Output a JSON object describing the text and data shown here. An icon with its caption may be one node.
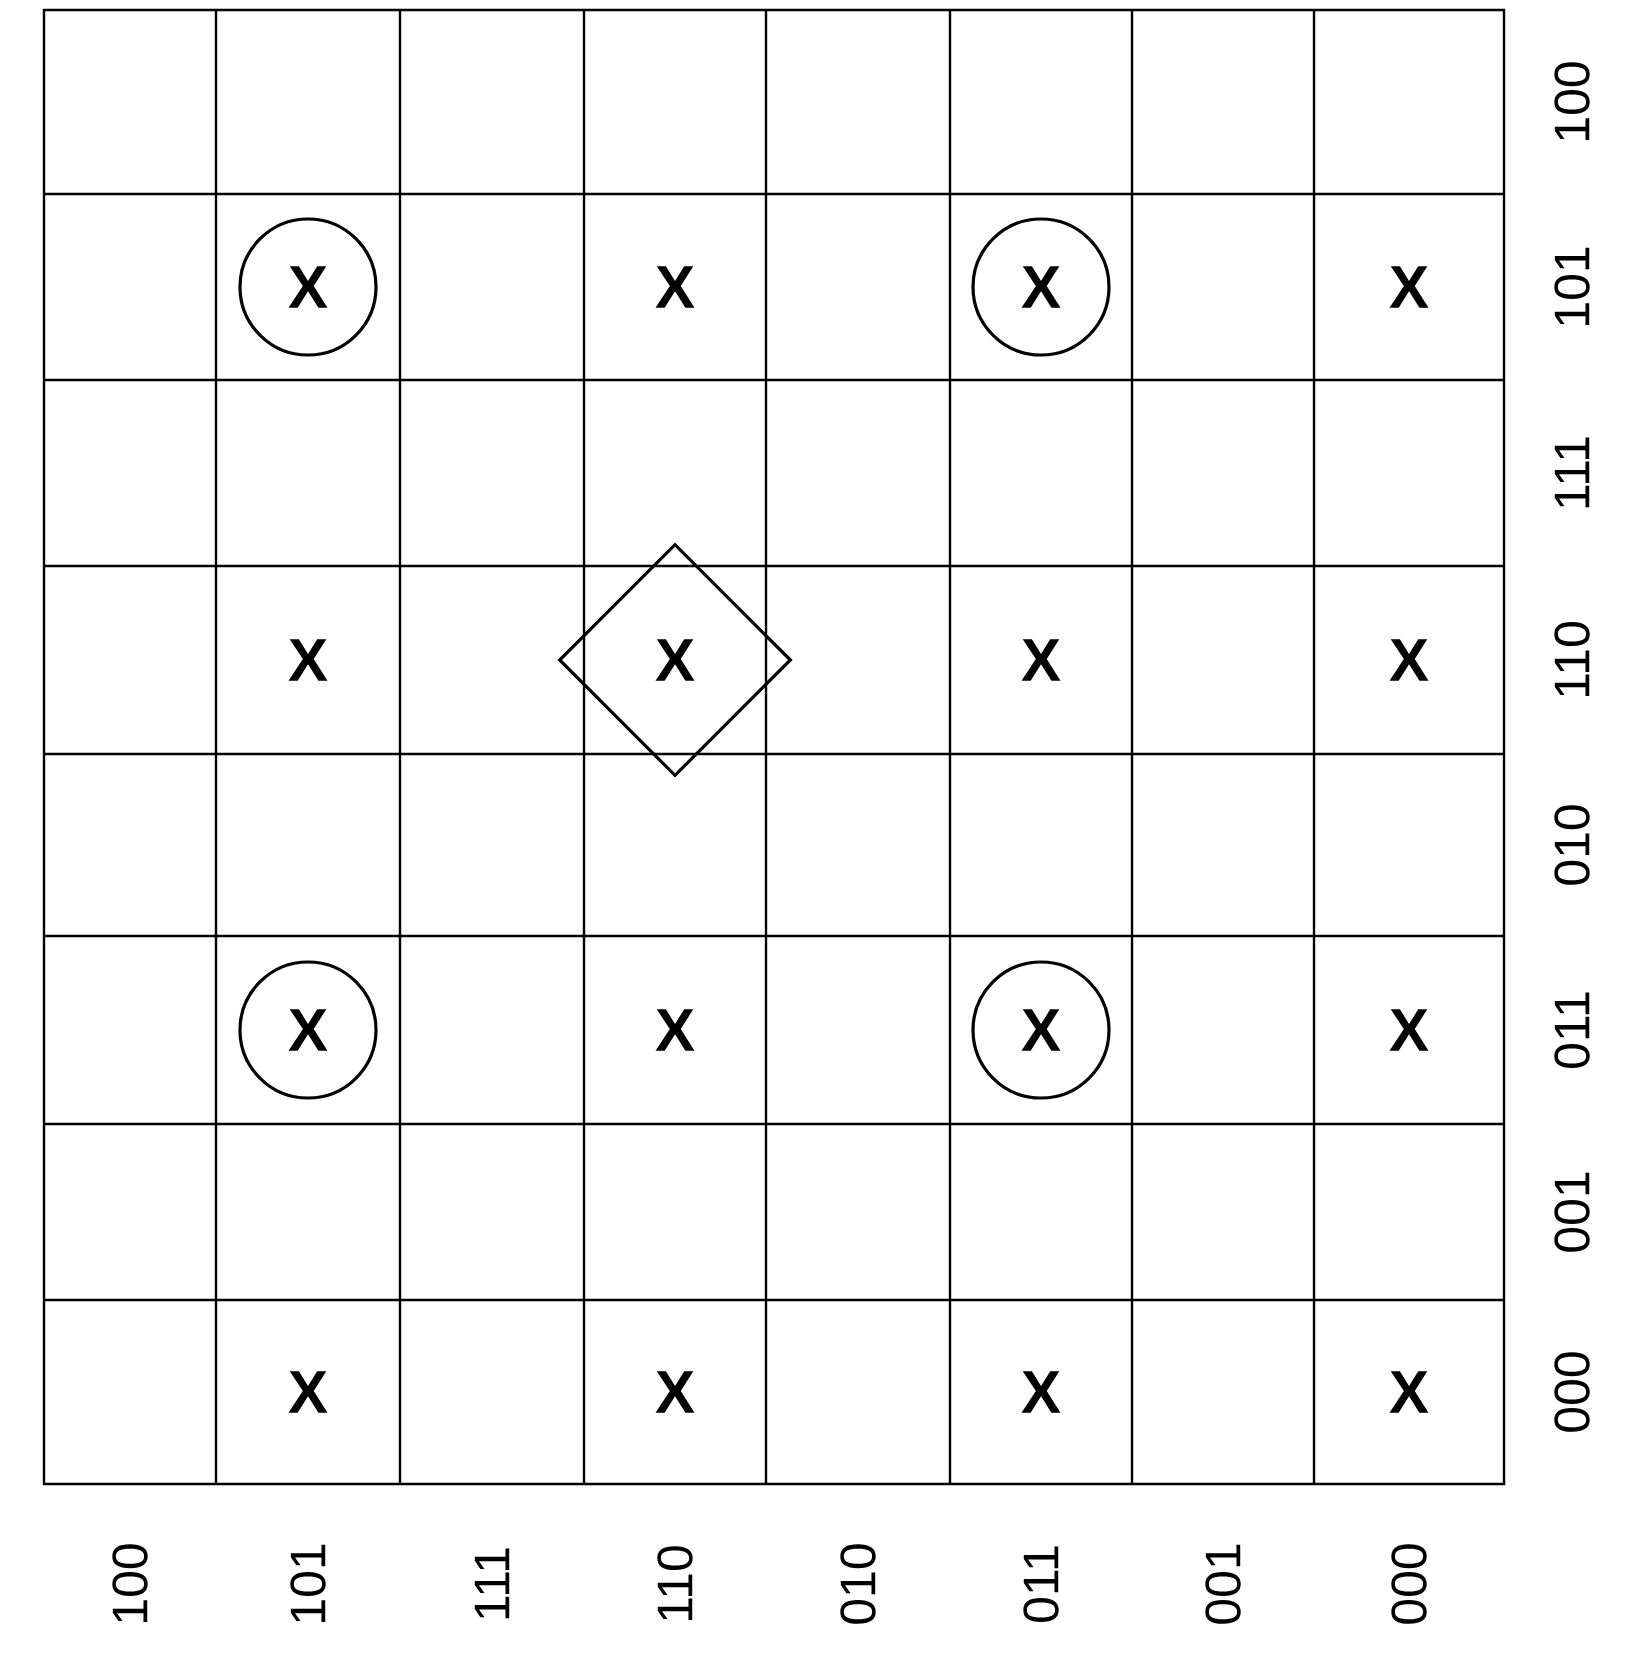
{
  "diagram": {
    "nodes": [
      {
        "text": [
          "X"
        ]
      },
      {
        "text": [
          "X"
        ]
      },
      {
        "text": [
          "X"
        ]
      },
      {
        "text": [
          "X"
        ]
      },
      {
        "text": [
          "X"
        ]
      }
    ],
    "labels": [
      "100",
      "X",
      "X",
      "101",
      "111",
      "X",
      "X",
      "X",
      "110",
      "010",
      "X",
      "X",
      "011",
      "001",
      "X",
      "X",
      "X",
      "X",
      "000",
      "100",
      "101",
      "111",
      "110",
      "010",
      "011",
      "001",
      "000"
    ]
  }
}
